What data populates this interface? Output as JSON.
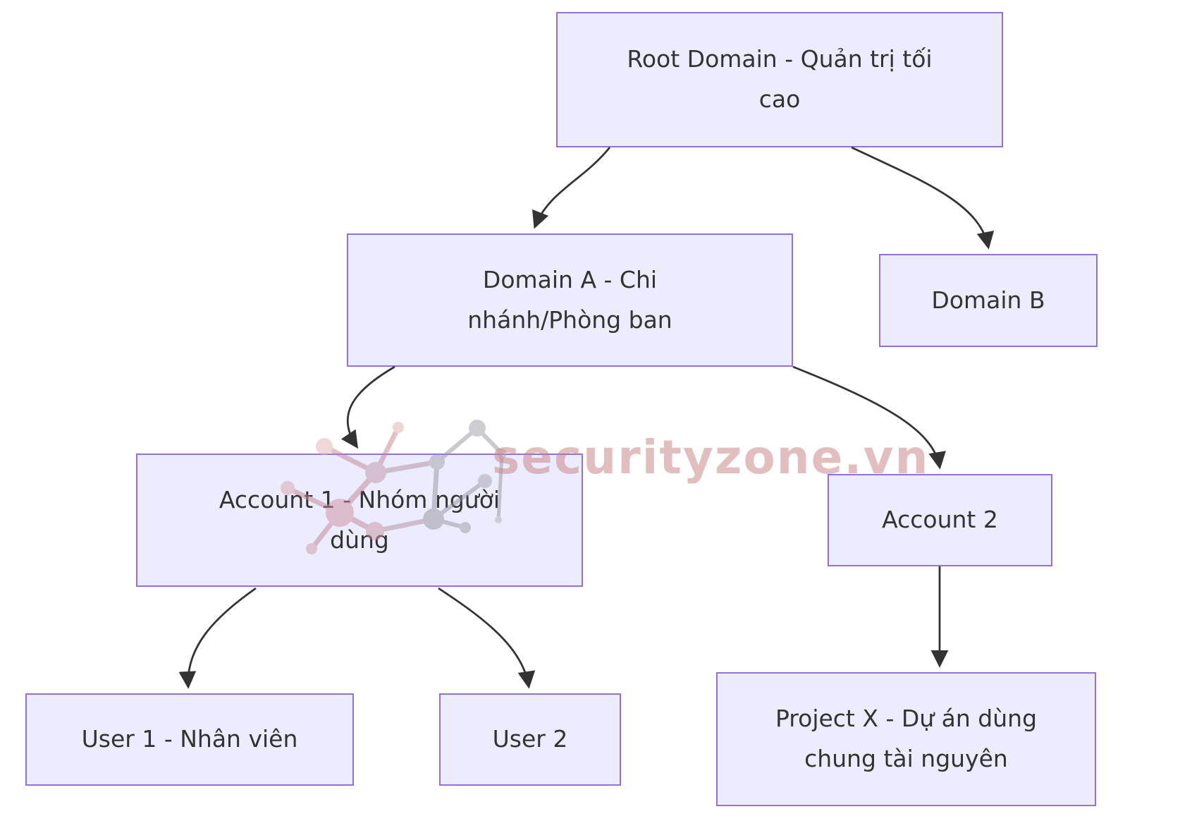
{
  "diagram_title": "Domain / Account / User hierarchy flowchart",
  "watermark": {
    "text": "securityzone.vn"
  },
  "colors": {
    "node_fill": "#ECECFF",
    "node_border": "#9370DB",
    "node_text": "#333333",
    "edge": "#333333",
    "watermark_pink": "#C77E7E"
  },
  "nodes": {
    "root": {
      "line1": "Root Domain - Quản trị tối",
      "line2": "cao"
    },
    "domain_a": {
      "line1": "Domain A - Chi",
      "line2": "nhánh/Phòng ban"
    },
    "domain_b": {
      "line1": "Domain B",
      "line2": ""
    },
    "account1": {
      "line1": "Account 1 - Nhóm người",
      "line2": "dùng"
    },
    "account2": {
      "line1": "Account 2",
      "line2": ""
    },
    "user1": {
      "line1": "User 1 - Nhân viên",
      "line2": ""
    },
    "user2": {
      "line1": "User 2",
      "line2": ""
    },
    "project_x": {
      "line1": "Project X - Dự án dùng",
      "line2": "chung tài nguyên"
    }
  },
  "edges": [
    {
      "from": "Root Domain - Quản trị tối cao",
      "to": "Domain A - Chi nhánh/Phòng ban"
    },
    {
      "from": "Root Domain - Quản trị tối cao",
      "to": "Domain B"
    },
    {
      "from": "Domain A - Chi nhánh/Phòng ban",
      "to": "Account 1 - Nhóm người dùng"
    },
    {
      "from": "Domain A - Chi nhánh/Phòng ban",
      "to": "Account 2"
    },
    {
      "from": "Account 1 - Nhóm người dùng",
      "to": "User 1 - Nhân viên"
    },
    {
      "from": "Account 1 - Nhóm người dùng",
      "to": "User 2"
    },
    {
      "from": "Account 2",
      "to": "Project X - Dự án dùng chung tài nguyên"
    }
  ]
}
